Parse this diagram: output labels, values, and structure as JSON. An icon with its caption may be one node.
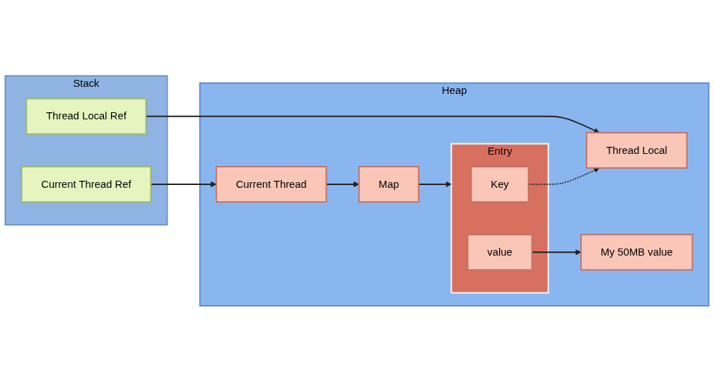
{
  "diagram": {
    "nodes": [
      {
        "text": [
          "Stack"
        ]
      },
      {
        "text": [
          "Thread Local Ref"
        ],
        "in": 0
      },
      {
        "text": [
          "Current Thread Ref"
        ],
        "in": 0
      },
      {
        "text": [
          "Heap"
        ]
      },
      {
        "text": [
          "Thread Local"
        ],
        "in": 3
      },
      {
        "text": [
          "Current Thread"
        ],
        "in": 3
      },
      {
        "text": [
          "Map"
        ],
        "in": 3
      },
      {
        "text": [
          "Entry"
        ],
        "in": 3
      },
      {
        "text": [
          "Key"
        ],
        "in": 7
      },
      {
        "text": [
          "value"
        ],
        "in": 7
      },
      {
        "text": [
          "My 50MB value"
        ],
        "in": 3
      }
    ],
    "edges": [
      {
        "from": 1,
        "to": 4,
        "arrow": "to"
      },
      {
        "from": 2,
        "to": 5,
        "arrow": "to"
      },
      {
        "from": 5,
        "to": 6,
        "arrow": "to"
      },
      {
        "from": 6,
        "to": 7,
        "arrow": "to"
      },
      {
        "from": 8,
        "to": 4,
        "arrow": "to",
        "style": "dashed"
      },
      {
        "from": 9,
        "to": 10,
        "arrow": "to"
      }
    ]
  }
}
